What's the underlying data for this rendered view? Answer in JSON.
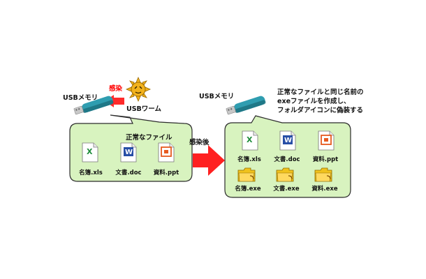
{
  "left": {
    "usb_label": "USBメモリ",
    "infection_label": "感染",
    "worm_label": "USBワーム",
    "bubble_title": "正常なファイル",
    "files": [
      {
        "label": "名簿.xls",
        "icon": "excel-icon"
      },
      {
        "label": "文書.doc",
        "icon": "word-icon"
      },
      {
        "label": "資料.ppt",
        "icon": "powerpoint-icon"
      }
    ]
  },
  "middle": {
    "after_infection_label": "感染後"
  },
  "right": {
    "usb_label": "USBメモリ",
    "description": [
      "正常なファイルと同じ名前の",
      "exeファイルを作成し、",
      "フォルダアイコンに偽装する"
    ],
    "files": [
      {
        "label": "名簿.xls",
        "icon": "excel-icon"
      },
      {
        "label": "文書.doc",
        "icon": "word-icon"
      },
      {
        "label": "資料.ppt",
        "icon": "powerpoint-icon"
      }
    ],
    "exes": [
      {
        "label": "名簿.exe",
        "icon": "folder-icon"
      },
      {
        "label": "文書.exe",
        "icon": "folder-icon"
      },
      {
        "label": "資料.exe",
        "icon": "folder-icon"
      }
    ]
  },
  "colors": {
    "bubble_fill": "#d8f3bf",
    "bubble_stroke": "#2b2b2b",
    "usb_body": "#2f9db0",
    "usb_body_dark": "#1c6f7d",
    "usb_metal": "#c8c8c8",
    "arrow_red": "#ff2a2a",
    "worm_yellow": "#f2b21c",
    "infection_red": "#ff0000",
    "excel_green": "#1e8c3a",
    "word_blue": "#274ea6",
    "ppt_orange": "#e65a1f",
    "folder_yellow": "#f0c21c"
  }
}
